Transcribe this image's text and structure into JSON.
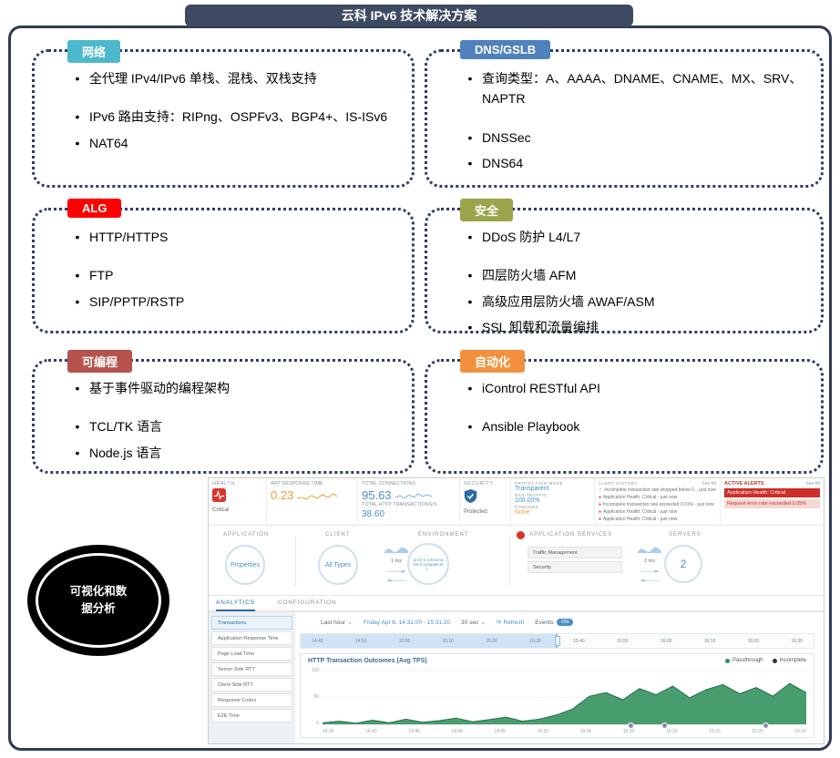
{
  "title": "云科 IPv6 技术解决方案",
  "icons": {
    "chevron_down": "⌄",
    "refresh": "⟳",
    "bullet": "•"
  },
  "boxes": [
    {
      "label": "网络",
      "color": "#4cb9cc",
      "bullets": [
        "全代理 IPv4/IPv6 单栈、混栈、双栈支持",
        "IPv6 路由支持：RIPng、OSPFv3、BGP4+、IS-ISv6",
        "NAT64"
      ]
    },
    {
      "label": "DNS/GSLB",
      "color": "#4f81bd",
      "bullets": [
        "查询类型：A、AAAA、DNAME、CNAME、MX、SRV、NAPTR",
        "DNSSec",
        "DNS64"
      ]
    },
    {
      "label": "ALG",
      "color": "#fe0000",
      "bullets": [
        "HTTP/HTTPS",
        "FTP",
        "SIP/PPTP/RSTP"
      ]
    },
    {
      "label": "安全",
      "color": "#9ba44a",
      "bullets": [
        "DDoS 防护 L4/L7",
        "四层防火墙 AFM",
        "高级应用层防火墙 AWAF/ASM",
        "SSL 卸载和流量编排"
      ]
    },
    {
      "label": "可编程",
      "color": "#b5534c",
      "bullets": [
        "基于事件驱动的编程架构",
        "TCL/TK 语言",
        "Node.js 语言"
      ]
    },
    {
      "label": "自动化",
      "color": "#f2913d",
      "bullets": [
        "iControl RESTful API",
        "Ansible Playbook"
      ]
    }
  ],
  "oval": {
    "line1": "可视化和数",
    "line2": "据分析"
  },
  "dashboard": {
    "metrics": {
      "health_label": "HEALTH",
      "health_status": "Critical",
      "art_label": "APP RESPONSE TIME",
      "art_value": "0.23",
      "tc_label": "TOTAL CONNECTIONS",
      "tc_value": "95.63",
      "tht_label": "TOTAL HTTP TRANSACTIONS/S",
      "tht_value": "38.60",
      "security_label": "SECURITY",
      "security_status": "Protected",
      "pm_label": "PROTECTION MODE",
      "pm_value": "Transparent",
      "bt_label": "BAD TRAFFIC",
      "bt_value": "100.00%",
      "findings_label": "FINDINGS",
      "findings_value": "None"
    },
    "alert_history": {
      "label": "ALERT HISTORY",
      "see_all": "See All",
      "items": [
        {
          "glyph": "✓",
          "color": "#43a047",
          "text": "Incomplete transaction rate dropped below 0... just now"
        },
        {
          "glyph": "●",
          "color": "#e53935",
          "text": "Application Health: Critical - just now"
        },
        {
          "glyph": "●",
          "color": "#e53935",
          "text": "Incomplete transaction rate exceeded 0.01% - just now"
        },
        {
          "glyph": "●",
          "color": "#e53935",
          "text": "Application Health: Critical - just now"
        },
        {
          "glyph": "●",
          "color": "#e53935",
          "text": "Application Health: Critical - just now"
        }
      ]
    },
    "active_alerts": {
      "label": "ACTIVE ALERTS",
      "see_all": "See All",
      "primary": "Application Health: Critical",
      "secondary": "Request error rate exceeded 0.05%"
    },
    "topology": {
      "application_label": "APPLICATION",
      "application_node": "Properties",
      "client_label": "CLIENT",
      "client_node": "All Types",
      "client_latency": "1 ms",
      "environment_label": "ENVIRONMENT",
      "environment_node": "ip-10-1-1-8-us-west-2.compute.int...",
      "services_label": "APPLICATION SERVICES",
      "services": [
        "Traffic Management",
        "Security"
      ],
      "servers_latency": "2 ms",
      "servers_label": "SERVERS",
      "servers_node": "2"
    },
    "tabs": [
      "ANALYTICS",
      "CONFIGURATION"
    ],
    "sidebar": [
      "Transactions",
      "Application Response Time",
      "Page Load Time",
      "Server Side RTT",
      "Client Side RTT",
      "Response Codes",
      "E2E Time"
    ],
    "toolbar": {
      "range": "Last hour",
      "datetime": "Friday Apr 6, 14:31:00 - 15:31:20",
      "interval": "30 sec",
      "refresh": "Refresh",
      "events_label": "Events:",
      "events_state": "ON"
    },
    "timeline_ticks": [
      "14:40",
      "14:50",
      "15:00",
      "15:10",
      "15:20",
      "15:30",
      "15:40",
      "15:50",
      "16:00",
      "16:10",
      "16:20",
      "16:30"
    ],
    "chart_data": {
      "type": "area",
      "title": "HTTP Transaction Outcomes (Avg TPS)",
      "legend": [
        {
          "name": "Passthrough",
          "color": "#2f8f5b"
        },
        {
          "name": "Incomplete",
          "color": "#333333"
        }
      ],
      "x_range": [
        "14:31",
        "15:31"
      ],
      "x_ticks": [
        "14:35",
        "14:40",
        "14:45",
        "14:50",
        "14:55",
        "15:00",
        "15:05",
        "15:10",
        "15:15",
        "15:20",
        "15:25",
        "15:30"
      ],
      "y_ticks": [
        "100",
        "50",
        "0"
      ],
      "ylim": [
        0,
        100
      ],
      "series": [
        {
          "name": "Passthrough",
          "color": "#2f8f5b",
          "values": [
            3,
            6,
            2,
            8,
            3,
            10,
            4,
            7,
            12,
            5,
            9,
            14,
            6,
            10,
            18,
            30,
            55,
            62,
            48,
            70,
            58,
            75,
            52,
            68,
            78,
            60,
            72,
            55,
            80,
            62
          ]
        },
        {
          "name": "Incomplete",
          "color": "#333333",
          "values": [
            0,
            0,
            0,
            0,
            0,
            0,
            0,
            0,
            0,
            0,
            0,
            0,
            0,
            0,
            0,
            0,
            0,
            0,
            0,
            0,
            0,
            0,
            0,
            0,
            0,
            0,
            0,
            0,
            0,
            0
          ]
        }
      ]
    }
  }
}
